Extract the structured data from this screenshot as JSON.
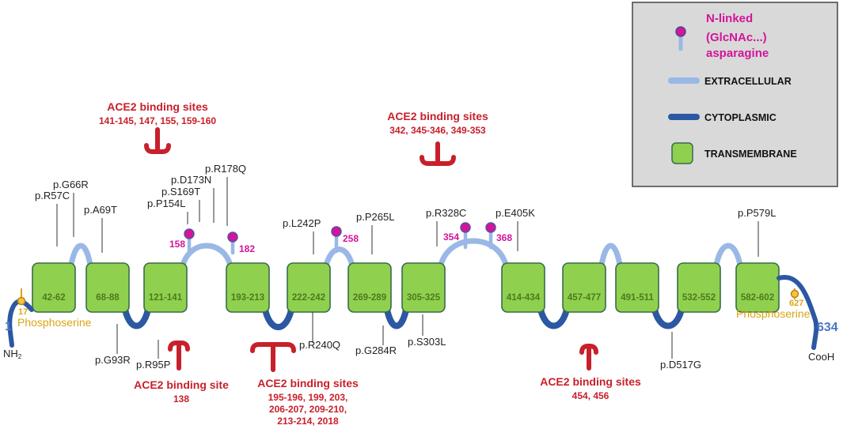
{
  "colors": {
    "extracellular": "#9ab8e6",
    "cytoplasmic": "#2c58a3",
    "transmembrane_fill": "#8fd14f",
    "transmembrane_stroke": "#3a6b4a",
    "glycosylation": "#d4149a",
    "ace2": "#c8202b",
    "phospho": "#d9a514",
    "legend_bg": "#d9d9d9"
  },
  "legend": {
    "glycosylation_lines": [
      "N-linked",
      "(GlcNAc...)",
      "asparagine"
    ],
    "extracellular": "EXTRACELLULAR",
    "cytoplasmic": "CYTOPLASMIC",
    "transmembrane": "TRANSMEMBRANE"
  },
  "segments": [
    "42-62",
    "68-88",
    "121-141",
    "193-213",
    "222-242",
    "269-289",
    "305-325",
    "414-434",
    "457-477",
    "491-511",
    "532-552",
    "582-602"
  ],
  "glycosylation_sites": [
    "158",
    "182",
    "258",
    "354",
    "368"
  ],
  "phosphoserine": {
    "left_position": "17",
    "right_position": "627",
    "label": "Phosphoserine"
  },
  "termini": {
    "n_number": "1",
    "n_label": "NH",
    "n_sub": "2",
    "c_number": "634",
    "c_label": "CooH"
  },
  "mutations_top": [
    "p.R57C",
    "p.G66R",
    "p.A69T",
    "p.P154L",
    "p.S169T",
    "p.D173N",
    "p.R178Q",
    "p.L242P",
    "p.P265L",
    "p.R328C",
    "p.E405K",
    "p.P579L"
  ],
  "mutations_bottom": [
    "p.G93R",
    "p.R95P",
    "p.R240Q",
    "p.G284R",
    "p.S303L",
    "p.D517G"
  ],
  "ace2_sites": [
    {
      "title": "ACE2 binding sites",
      "lines": [
        "141-145, 147, 155, 159-160"
      ]
    },
    {
      "title": "ACE2 binding sites",
      "lines": [
        "342, 345-346, 349-353"
      ]
    },
    {
      "title": "ACE2 binding site",
      "lines": [
        "138"
      ]
    },
    {
      "title": "ACE2 binding sites",
      "lines": [
        "195-196, 199, 203,",
        "206-207, 209-210,",
        "213-214, 2018"
      ]
    },
    {
      "title": "ACE2 binding sites",
      "lines": [
        "454, 456"
      ]
    }
  ]
}
